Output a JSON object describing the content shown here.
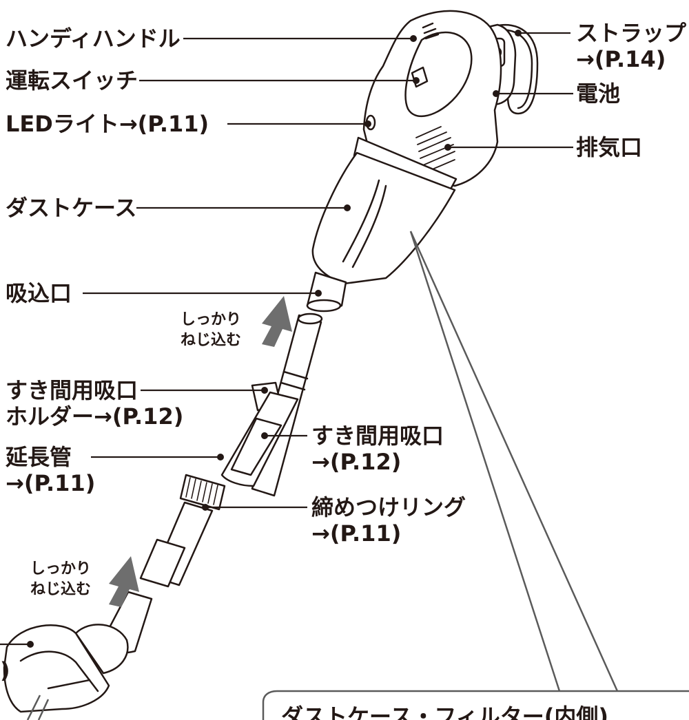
{
  "labels": {
    "handy_handle": "ハンディハンドル",
    "run_switch": "運転スイッチ",
    "led_light": "LEDライト→(P.11)",
    "dust_case": "ダストケース",
    "intake": "吸込口",
    "gap_holder_line1": "すき間用吸口",
    "gap_holder_line2": "ホルダー→(P.12)",
    "ext_pipe_line1": "延長管",
    "ext_pipe_line2": "→(P.11)",
    "strap_line1": "ストラップ",
    "strap_line2": "→(P.14)",
    "battery": "電池",
    "exhaust": "排気口",
    "gap_nozzle_line1": "すき間用吸口",
    "gap_nozzle_line2": "→(P.12)",
    "ring_line1": "締めつけリング",
    "ring_line2": "→(P.11)",
    "partial_bracket": ")"
  },
  "notes": {
    "screw_in_line1": "しっかり",
    "screw_in_line2": "ねじ込む"
  },
  "inset": {
    "title": "ダストケース・フィルター(内側)"
  },
  "colors": {
    "ink": "#231815",
    "arrow_gray": "#6e6e6e",
    "callout_line": "#5a5a5a",
    "part_fill": "#ffffff"
  }
}
